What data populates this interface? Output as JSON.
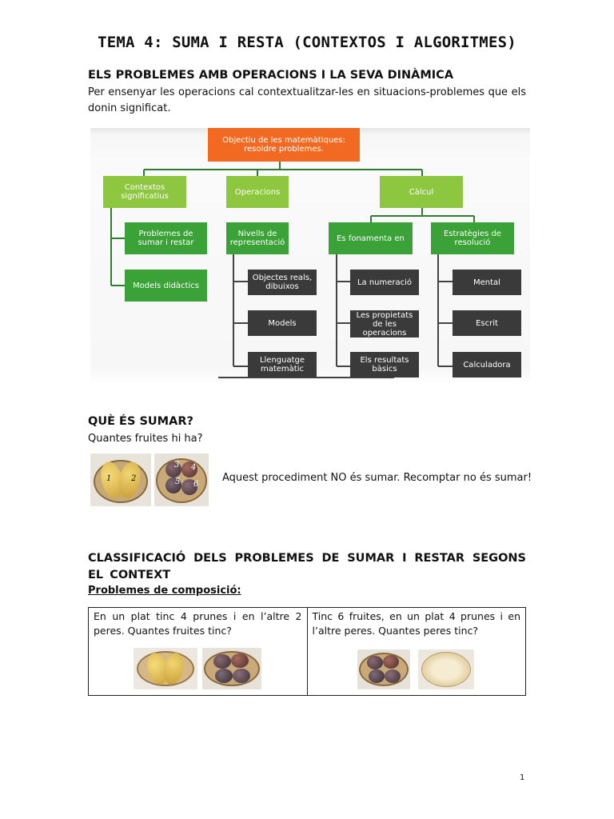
{
  "title": "TEMA 4: SUMA I RESTA (CONTEXTOS I ALGORITMES)",
  "section1": {
    "heading": "ELS PROBLEMES AMB OPERACIONS I LA SEVA DINÀMICA",
    "text": "Per ensenyar les operacions cal contextualitzar-les en situacions-problemes que els donin significat."
  },
  "map": {
    "root": "Objectiu de les matemàtiques: resoldre problemes.",
    "contexts": "Contextos significatius",
    "operations": "Operacions",
    "calc": "Càlcul",
    "problems": "Problemes de sumar i restar",
    "didactic": "Models didàctics",
    "levels": "Nivells de representació",
    "based_on": "Es fonamenta en",
    "strategies": "Estratègies de resolució",
    "real_objects": "Objectes reals, dibuixos",
    "models": "Models",
    "language": "Llenguatge matemàtic",
    "numeration": "La numeració",
    "properties": "Les propietats de les operacions",
    "results": "Els resultats bàsics",
    "mental": "Mental",
    "written": "Escrit",
    "calculator": "Calculadora",
    "colors": {
      "orange": "#f26a21",
      "light_green": "#8dc63f",
      "dark_green": "#3aa237",
      "dark": "#3a3a3a"
    }
  },
  "section2": {
    "heading": "QUÈ ÉS SUMAR?",
    "question": "Quantes fruites hi ha?",
    "pear_labels": [
      "1",
      "2"
    ],
    "plum_labels": [
      "3",
      "4",
      "5",
      "6"
    ],
    "note": "Aquest procediment NO és sumar. Recomptar no és sumar!"
  },
  "section3": {
    "heading": "CLASSIFICACIÓ DELS PROBLEMES DE SUMAR I RESTAR SEGONS EL CONTEXT",
    "subheading": "Problemes de composició:",
    "cell1": "En un plat tinc 4 prunes i en l’altre 2 peres. Quantes fruites tinc?",
    "cell2": "Tinc 6 fruites, en un plat 4 prunes i en l’altre peres. Quantes peres tinc?"
  },
  "page_number": "1"
}
